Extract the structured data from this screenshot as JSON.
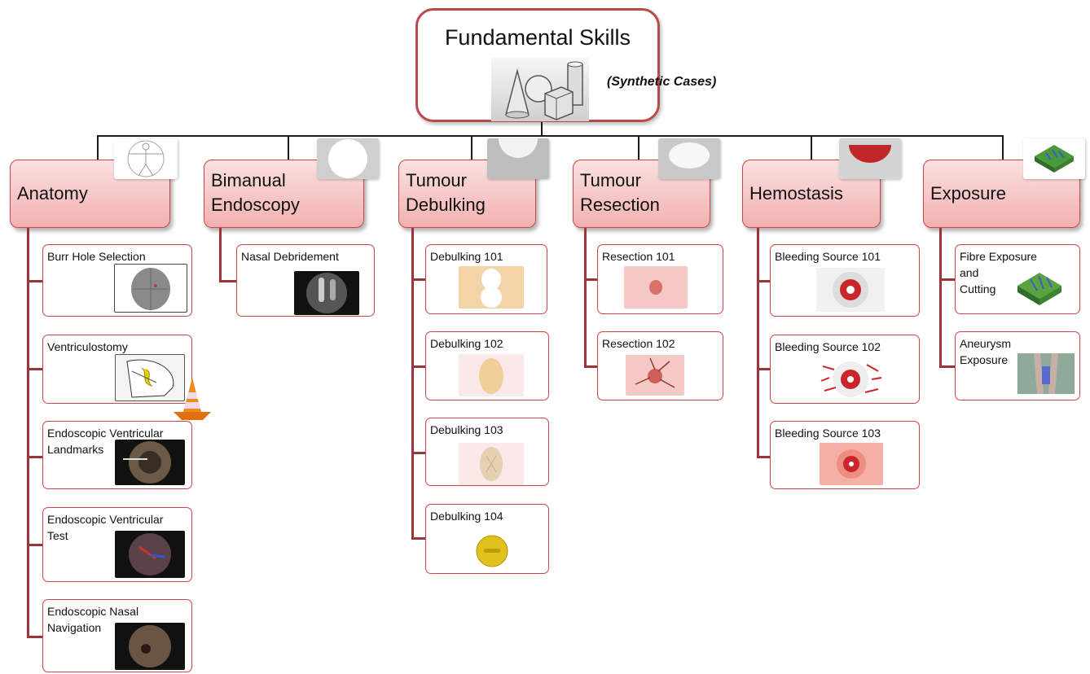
{
  "root": {
    "title": "Fundamental Skills",
    "subtitle": "(Synthetic Cases)",
    "icon": "geometric-shapes-icon"
  },
  "categories": [
    {
      "label": "Anatomy",
      "icon": "vitruvian-man-icon",
      "children": [
        "Burr Hole Selection",
        "Ventriculostomy",
        "Endoscopic Ventricular\nLandmarks",
        "Endoscopic Ventricular\nTest",
        "Endoscopic Nasal\nNavigation"
      ]
    },
    {
      "label": "Bimanual\nEndoscopy",
      "icon": "white-circle-icon",
      "children": [
        "Nasal Debridement"
      ]
    },
    {
      "label": "Tumour\nDebulking",
      "icon": "half-sphere-icon",
      "children": [
        "Debulking 101",
        "Debulking 102",
        "Debulking 103",
        "Debulking 104"
      ]
    },
    {
      "label": "Tumour\nResection",
      "icon": "white-oval-icon",
      "children": [
        "Resection 101",
        "Resection 102"
      ]
    },
    {
      "label": "Hemostasis",
      "icon": "red-bowl-icon",
      "children": [
        "Bleeding Source  101",
        "Bleeding Source  102",
        "Bleeding Source  103"
      ]
    },
    {
      "label": "Exposure",
      "icon": "fibre-mesh-icon",
      "children": [
        "Fibre Exposure\nand\nCutting",
        "Aneurysm\nExposure"
      ]
    }
  ],
  "badges": {
    "ventriculostomy": "traffic-cone-icon"
  },
  "colors": {
    "border": "#c44444",
    "branch": "#9c3535",
    "category_fill": "#f3b0b0"
  }
}
